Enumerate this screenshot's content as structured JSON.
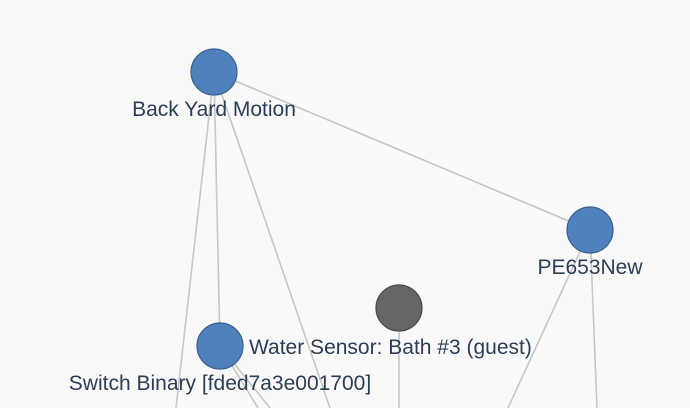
{
  "colors": {
    "background": "#f9f9f9",
    "node_active": "#4f81bd",
    "node_inactive": "#666666",
    "edge": "#c6c6c6",
    "label": "#2c3e55"
  },
  "nodes": [
    {
      "id": "back-yard-motion",
      "label": "Back Yard Motion",
      "status": "active"
    },
    {
      "id": "pe653new",
      "label": "PE653New",
      "status": "active"
    },
    {
      "id": "gray-node",
      "label": "",
      "status": "inactive"
    },
    {
      "id": "water-sensor",
      "label": "Water Sensor: Bath #3 (guest)",
      "status": "active"
    },
    {
      "id": "switch-binary",
      "label": "Switch Binary [fded7a3e001700]",
      "status": "active"
    }
  ]
}
